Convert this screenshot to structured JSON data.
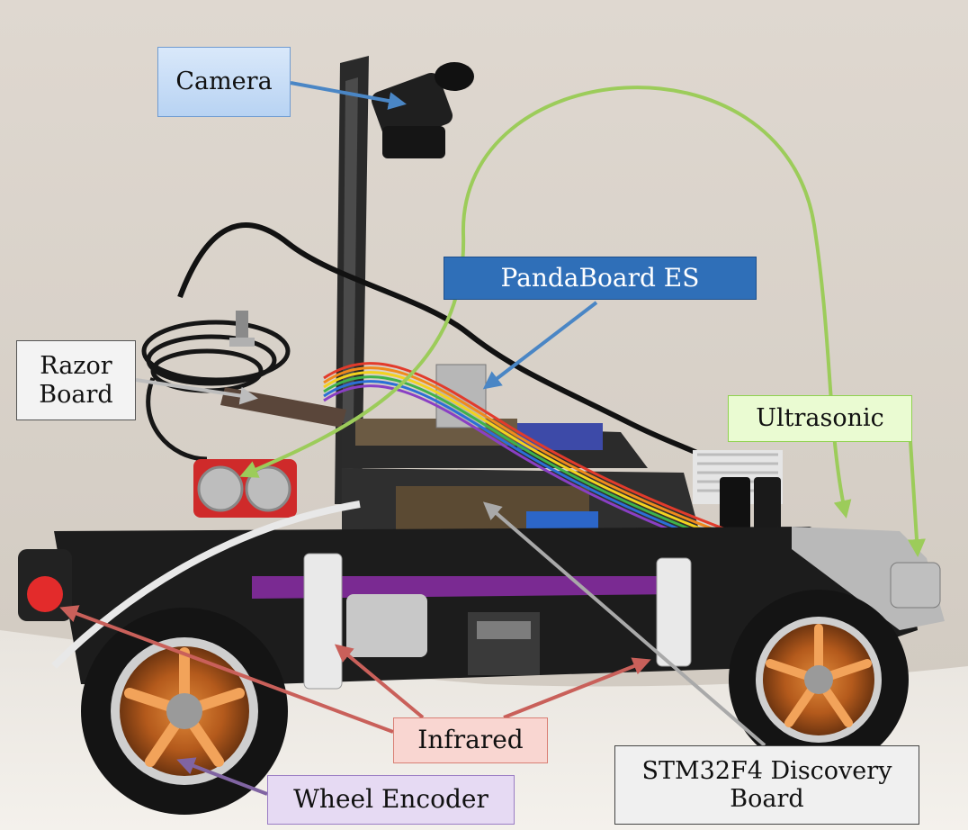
{
  "labels": {
    "camera": "Camera",
    "pandaboard": "PandaBoard ES",
    "razor": "Razor\nBoard",
    "ultrasonic": "Ultrasonic",
    "infrared": "Infrared",
    "stm32": "STM32F4 Discovery\nBoard",
    "wheel_encoder": "Wheel Encoder"
  },
  "colors": {
    "camera_arrow": "#4a86c5",
    "pandaboard_arrow": "#4a86c5",
    "razor_arrow": "#bdbdbd",
    "ultrasonic_arrow": "#9ccc5a",
    "infrared_arrow": "#c9605a",
    "stm32_arrow": "#a9a9a9",
    "encoder_arrow": "#8064a2"
  }
}
